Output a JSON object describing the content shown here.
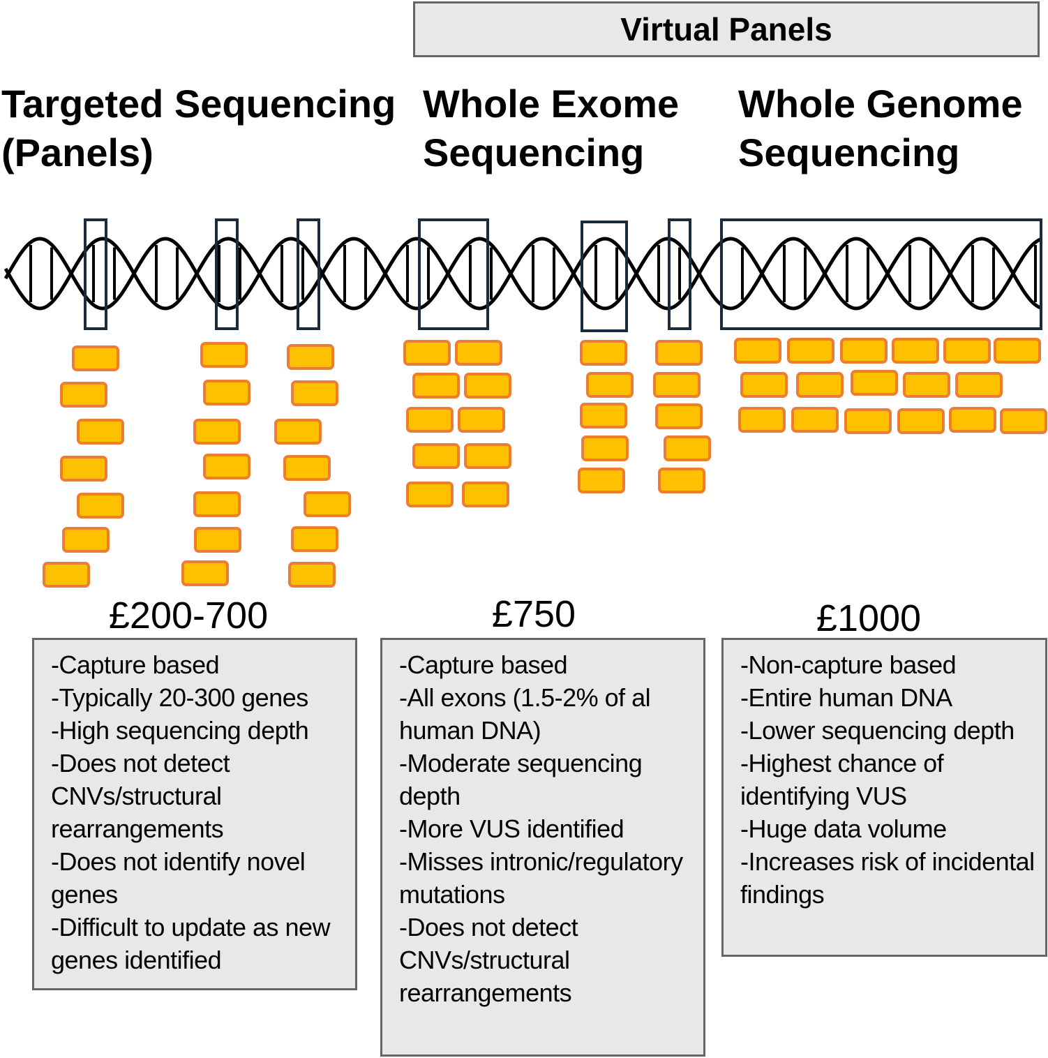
{
  "virtual_panels_label": "Virtual Panels",
  "columns": [
    {
      "title": "Targeted Sequencing\n(Panels)",
      "price": "£200-700",
      "points": [
        "-Capture based",
        "-Typically 20-300 genes",
        "-High sequencing depth",
        "-Does not detect CNVs/structural rearrangements",
        "-Does not identify novel genes",
        "-Difficult to update as new genes identified"
      ]
    },
    {
      "title": "Whole Exome\nSequencing",
      "price": "£750",
      "points": [
        "-Capture based",
        "-All exons (1.5-2% of al human DNA)",
        "-Moderate sequencing depth",
        "-More VUS identified",
        "-Misses intronic/regulatory mutations",
        "-Does not detect CNVs/structural rearrangements"
      ]
    },
    {
      "title": "Whole Genome\nSequencing",
      "price": "£1000",
      "points": [
        "-Non-capture based",
        "-Entire human DNA",
        "-Lower sequencing depth",
        "-Highest chance of identifying VUS",
        "-Huge data volume",
        "-Increases risk of incidental findings"
      ]
    }
  ],
  "colors": {
    "read_fill": "#ffc000",
    "read_border": "#ed7d31",
    "region_border": "#1a2b3c",
    "box_fill": "#e8e8e8",
    "box_border": "#666666"
  }
}
